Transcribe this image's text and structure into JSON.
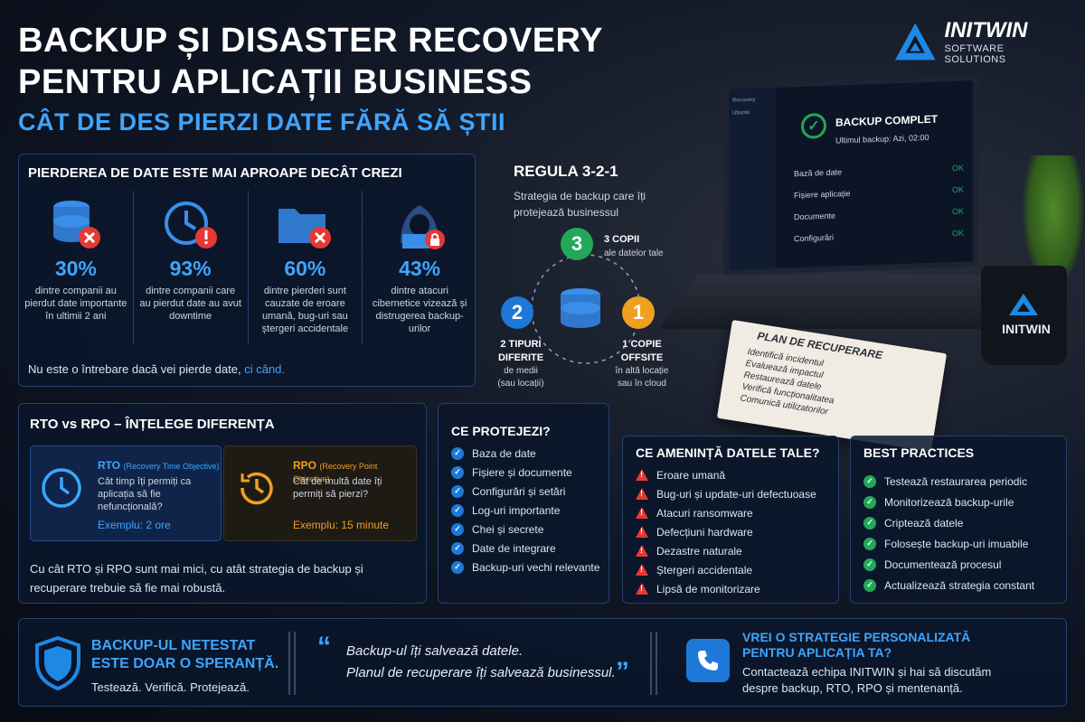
{
  "header": {
    "title_line1": "BACKUP ȘI DISASTER RECOVERY",
    "title_line2": "PENTRU APLICAȚII BUSINESS",
    "subtitle": "CÂT DE DES PIERZI DATE FĂRĂ SĂ ȘTII"
  },
  "brand": {
    "name": "INITWIN",
    "tagline": "SOFTWARE SOLUTIONS",
    "color": "#1e88e5"
  },
  "stats_panel": {
    "title": "PIERDEREA DE DATE ESTE MAI APROAPE DECÂT CREZI",
    "items": [
      {
        "icon": "database-error-icon",
        "value": "30%",
        "desc": "dintre companii au pierdut date importante în ultimii 2 ani"
      },
      {
        "icon": "clock-warning-icon",
        "value": "93%",
        "desc": "dintre companii care au pierdut date au avut downtime"
      },
      {
        "icon": "folder-error-icon",
        "value": "60%",
        "desc": "dintre pierderi sunt cauzate de eroare umană, bug-uri sau ștergeri accidentale"
      },
      {
        "icon": "hacker-lock-icon",
        "value": "43%",
        "desc": "dintre atacuri cibernetice vizează și distrugerea backup-urilor"
      }
    ],
    "footer_text": "Nu este o întrebare dacă vei pierde date,",
    "footer_highlight": "ci când."
  },
  "rule": {
    "title": "REGULA 3-2-1",
    "desc": "Strategia de backup care îți protejează businessul",
    "three_num": "3",
    "three_title": "3 COPII",
    "three_sub": "ale datelor tale",
    "two_num": "2",
    "two_title": "2 TIPURI DIFERITE",
    "two_sub": "de medii (sau locații)",
    "one_num": "1",
    "one_title": "1 COPIE OFFSITE",
    "one_sub": "în altă locație sau în cloud"
  },
  "laptop": {
    "brand": "Recovery Ubuntu",
    "status_title": "BACKUP COMPLET",
    "status_sub": "Ultimul backup: Azi, 02:00",
    "rows": [
      {
        "label": "Bază de date",
        "status": "OK"
      },
      {
        "label": "Fișiere aplicație",
        "status": "OK"
      },
      {
        "label": "Documente",
        "status": "OK"
      },
      {
        "label": "Configurări",
        "status": "OK"
      }
    ]
  },
  "mug_text": "INITWIN",
  "notepad": {
    "title": "PLAN DE RECUPERARE",
    "items": [
      "Identifică incidentul",
      "Evaluează impactul",
      "Restaurează datele",
      "Verifică funcționalitatea",
      "Comunică utilizatorilor"
    ]
  },
  "rto_rpo": {
    "title": "RTO vs RPO – ÎNȚELEGE DIFERENȚA",
    "rto_label": "RTO",
    "rto_full": "(Recovery Time Objective)",
    "rto_desc": "Cât timp îți permiți ca aplicația să fie nefuncțională?",
    "rto_example": "Exemplu: 2 ore",
    "rpo_label": "RPO",
    "rpo_full": "(Recovery Point Objective)",
    "rpo_desc": "Cât de multă date îți permiți să pierzi?",
    "rpo_example": "Exemplu: 15 minute",
    "footer": "Cu cât RTO și RPO sunt mai mici, cu atât strategia de backup și recuperare trebuie să fie mai robustă."
  },
  "protect": {
    "title": "CE PROTEJEZI?",
    "items": [
      "Baza de date",
      "Fișiere și documente",
      "Configurări și setări",
      "Log-uri importante",
      "Chei și secrete",
      "Date de integrare",
      "Backup-uri vechi relevante"
    ]
  },
  "threats": {
    "title": "CE AMENINȚĂ DATELE TALE?",
    "items": [
      "Eroare umană",
      "Bug-uri și update-uri defectuoase",
      "Atacuri ransomware",
      "Defecțiuni hardware",
      "Dezastre naturale",
      "Ștergeri accidentale",
      "Lipsă de monitorizare"
    ]
  },
  "best": {
    "title": "BEST PRACTICES",
    "items": [
      "Testează restaurarea periodic",
      "Monitorizează backup-urile",
      "Criptează datele",
      "Folosește backup-uri imuabile",
      "Documentează procesul",
      "Actualizează strategia constant"
    ]
  },
  "bottom": {
    "shield_line1": "BACKUP-UL NETESTAT",
    "shield_line2": "ESTE DOAR O SPERANȚĂ.",
    "shield_sub": "Testează. Verifică. Protejează.",
    "quote_line1": "Backup-ul îți salvează datele.",
    "quote_line2": "Planul de recuperare îți salvează businessul.",
    "cta_line1": "VREI O STRATEGIE PERSONALIZATĂ",
    "cta_line2": "PENTRU APLICAȚIA TA?",
    "cta_desc1": "Contactează echipa INITWIN și hai să discutăm",
    "cta_desc2": "despre backup, RTO, RPO și mentenanță."
  },
  "colors": {
    "accent": "#3ea5ff",
    "green": "#22a85a",
    "orange": "#f0a020",
    "red": "#e53935"
  }
}
